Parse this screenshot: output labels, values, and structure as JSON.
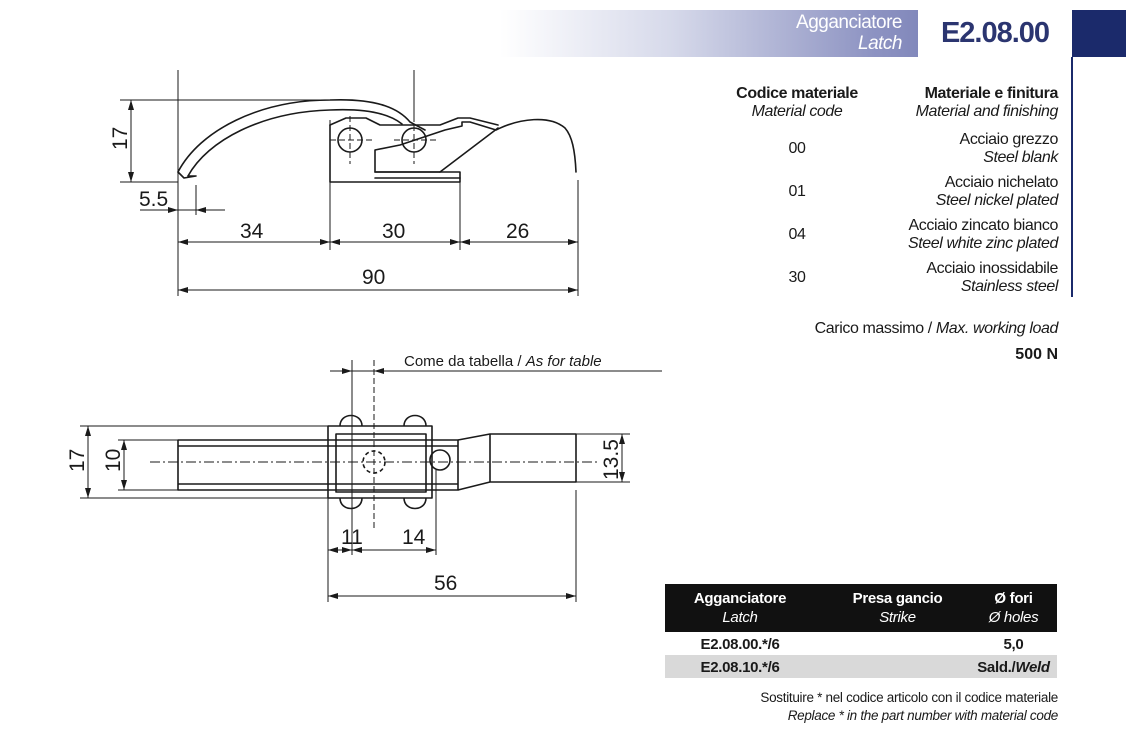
{
  "header": {
    "title_it": "Agganciatore",
    "title_en": "Latch",
    "code": "E2.08.00"
  },
  "materials": {
    "code_head": "Codice materiale",
    "code_sub": "Material code",
    "finish_head": "Materiale e finitura",
    "finish_sub": "Material and finishing",
    "rows": [
      {
        "code": "00",
        "it": "Acciaio grezzo",
        "en": "Steel blank"
      },
      {
        "code": "01",
        "it": "Acciaio nichelato",
        "en": "Steel nickel plated"
      },
      {
        "code": "04",
        "it": "Acciaio zincato bianco",
        "en": "Steel white zinc plated"
      },
      {
        "code": "30",
        "it": "Acciaio inossidabile",
        "en": "Stainless steel"
      }
    ]
  },
  "load": {
    "label_it": "Carico massimo /",
    "label_en": "Max. working load",
    "value": "500 N"
  },
  "drawing_top": {
    "dims": [
      "17",
      "5.5",
      "34",
      "30",
      "26",
      "90"
    ]
  },
  "drawing_bottom": {
    "note_it": "Come da tabella /",
    "note_en": "As for table",
    "dims": [
      "17",
      "10",
      "13.5",
      "11",
      "14",
      "56"
    ]
  },
  "parts_table": {
    "headers": [
      {
        "it": "Agganciatore",
        "en": "Latch"
      },
      {
        "it": "Presa gancio",
        "en": "Strike"
      },
      {
        "it": "Ø fori",
        "en": "Ø holes"
      }
    ],
    "rows": [
      {
        "latch": "E2.08.00.*/6",
        "strike": "",
        "holes": "5,0"
      },
      {
        "latch": "E2.08.10.*/6",
        "strike": "",
        "holes_it": "Sald./",
        "holes_en": "Weld"
      }
    ]
  },
  "footnote": {
    "it": "Sostituire * nel codice articolo con il codice materiale",
    "en": "Replace * in the part number with material code"
  }
}
